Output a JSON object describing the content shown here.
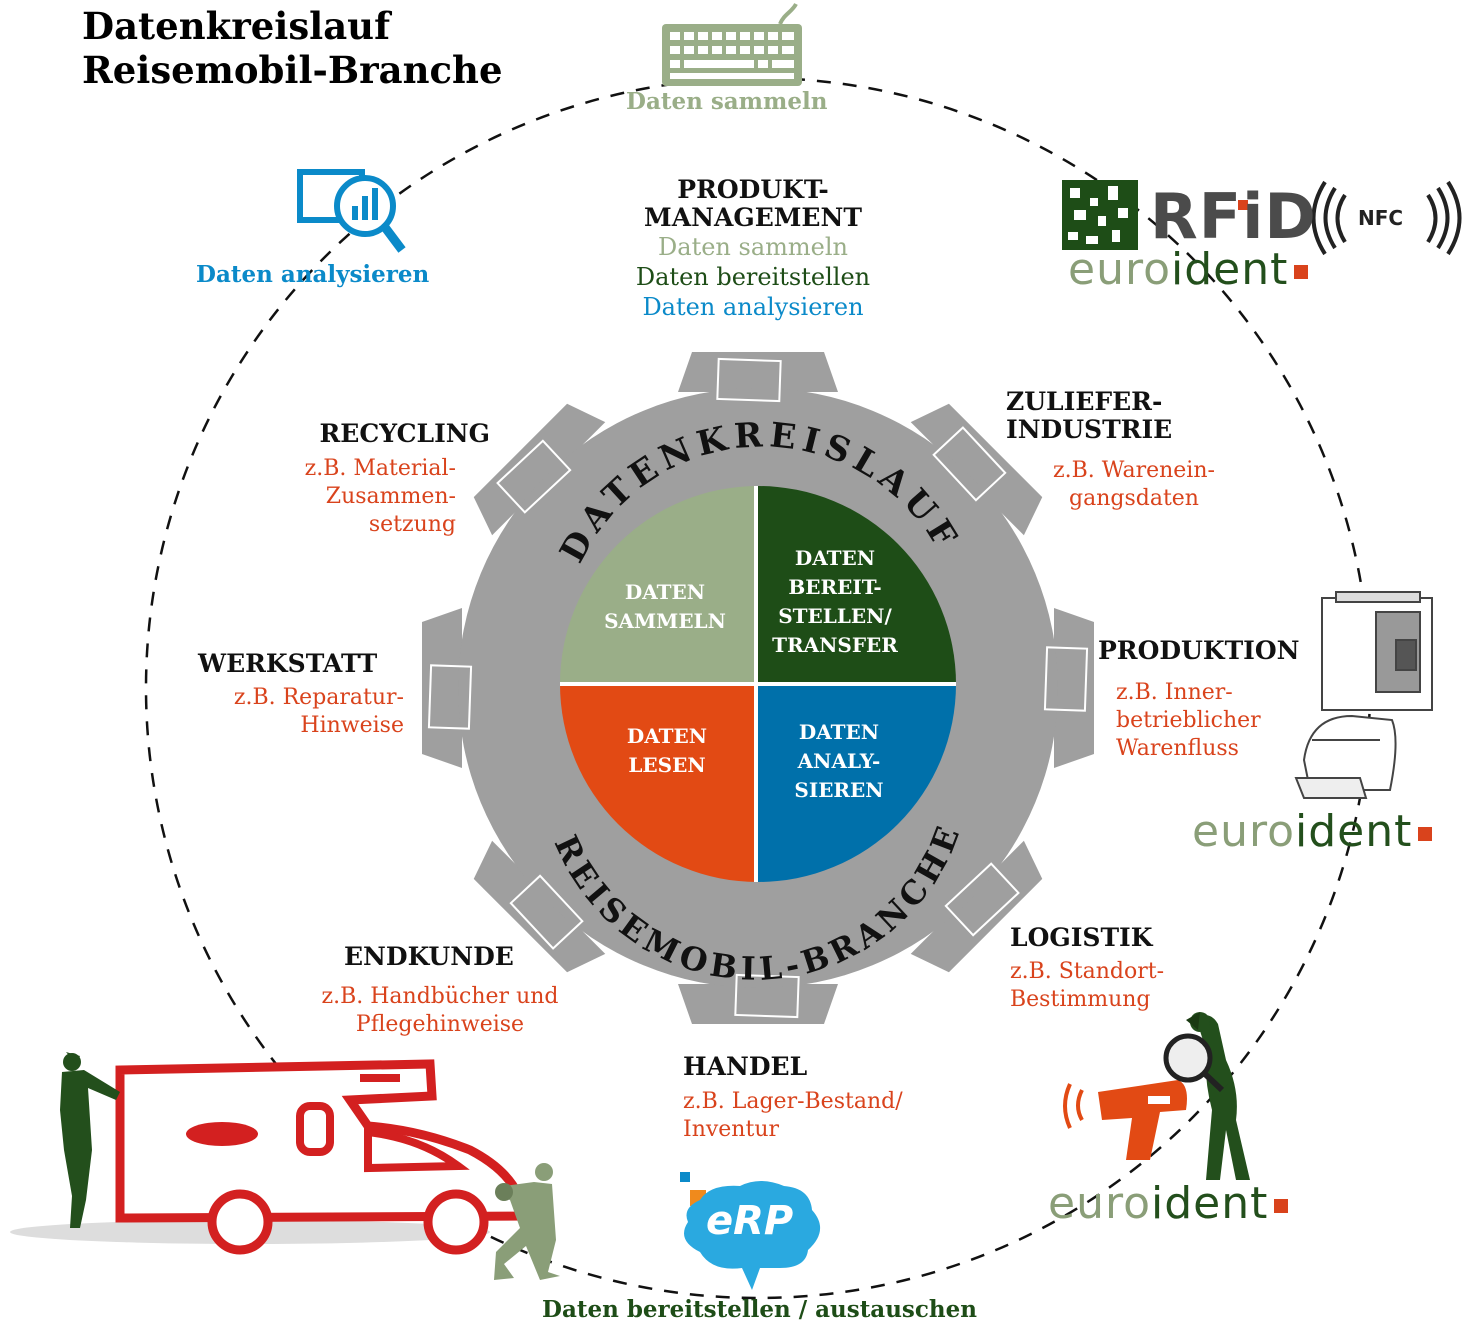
{
  "title": {
    "line1": "Datenkreislauf",
    "line2": "Reisemobil-Branche"
  },
  "outer": {
    "collect": "Daten sammeln",
    "analyze": "Daten analysieren",
    "provide": "Daten bereitstellen / austauschen"
  },
  "product_management": {
    "title_line1": "PRODUKT-",
    "title_line2": "MANAGEMENT",
    "line_collect": "Daten sammeln",
    "line_provide": "Daten bereitstellen",
    "line_analyze": "Daten analysieren"
  },
  "sections": {
    "recycling": {
      "title": "RECYCLING",
      "l1": "z.B. Material-",
      "l2": "Zusammen-",
      "l3": "setzung"
    },
    "zulieferindustrie": {
      "t1": "ZULIEFER-",
      "t2": "INDUSTRIE",
      "l1": "z.B. Warenein-",
      "l2": "gangsdaten"
    },
    "werkstatt": {
      "title": "WERKSTATT",
      "l1": "z.B. Reparatur-",
      "l2": "Hinweise"
    },
    "produktion": {
      "title": "PRODUKTION",
      "l1": "z.B. Inner-",
      "l2": "betrieblicher",
      "l3": "Warenfluss"
    },
    "endkunde": {
      "title": "ENDKUNDE",
      "l1": "z.B. Handbücher und",
      "l2": "Pflegehinweise"
    },
    "logistik": {
      "title": "LOGISTIK",
      "l1": "z.B. Standort-",
      "l2": "Bestimmung"
    },
    "handel": {
      "title": "HANDEL",
      "l1": "z.B. Lager-Bestand/",
      "l2": "Inventur"
    }
  },
  "gear": {
    "top_arc": "DATENKREISLAUF",
    "bottom_arc": "REISEMOBIL-BRANCHE"
  },
  "quadrants": {
    "collect": {
      "l1": "DATEN",
      "l2": "SAMMELN"
    },
    "provide": {
      "l1": "DATEN",
      "l2": "BEREIT-",
      "l3": "STELLEN/",
      "l4": "TRANSFER"
    },
    "read": {
      "l1": "DATEN",
      "l2": "LESEN"
    },
    "analyze": {
      "l1": "DATEN",
      "l2": "ANALY-",
      "l3": "SIEREN"
    }
  },
  "logos": {
    "rfid": "RFiD",
    "nfc": "NFC",
    "brand_a": "euro",
    "brand_b": "ident",
    "erp": "eRP"
  },
  "colors": {
    "collect": "#9aae88",
    "provide": "#1e4d17",
    "read": "#e24a14",
    "analyze": "#0070aa",
    "gear": "#a0a0a0",
    "accent_text": "#d9431c"
  }
}
